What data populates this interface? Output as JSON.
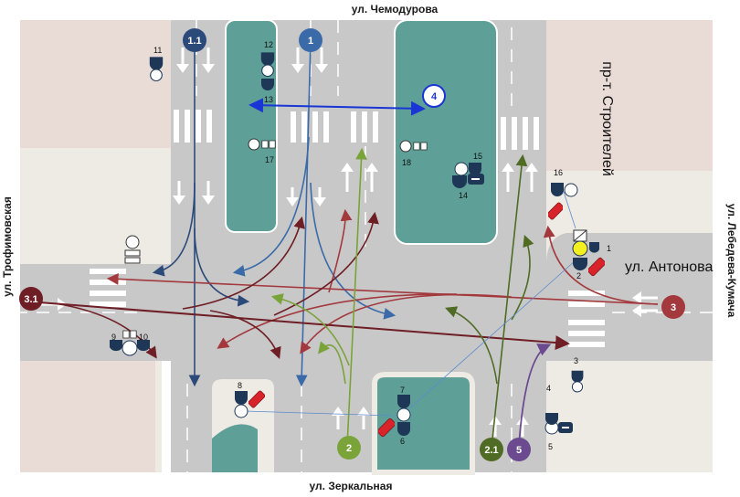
{
  "streets": {
    "top": "ул. Чемодурова",
    "bottom": "ул. Зеркальная",
    "left": "ул. Трофимовская",
    "right": "ул. Лебедева-Кумача",
    "east": "ул. Антонова",
    "avenue": "пр-т. Строителей"
  },
  "signal_numbers": [
    "11",
    "12",
    "13",
    "17",
    "18",
    "15",
    "14",
    "16",
    "1",
    "2",
    "9",
    "10",
    "8",
    "7",
    "6",
    "3",
    "4",
    "5"
  ],
  "route_badges": [
    {
      "id": "1.1",
      "color": "#2b4a7a"
    },
    {
      "id": "1",
      "color": "#3a6aa8"
    },
    {
      "id": "4",
      "color": "#1a35d6"
    },
    {
      "id": "3",
      "color": "#a3383d"
    },
    {
      "id": "3.1",
      "color": "#6e1e24"
    },
    {
      "id": "2",
      "color": "#7aa33a"
    },
    {
      "id": "2.1",
      "color": "#4f6b24"
    },
    {
      "id": "5",
      "color": "#6b4a90"
    }
  ],
  "colors": {
    "road": "#c8c8c8",
    "median": "#5e9f97",
    "sidewalk": "#eeeae4",
    "building": "#e9dcd6",
    "signal": "#1e3756",
    "ped_button": "#d8232a",
    "highlight": "#f3ef20"
  }
}
